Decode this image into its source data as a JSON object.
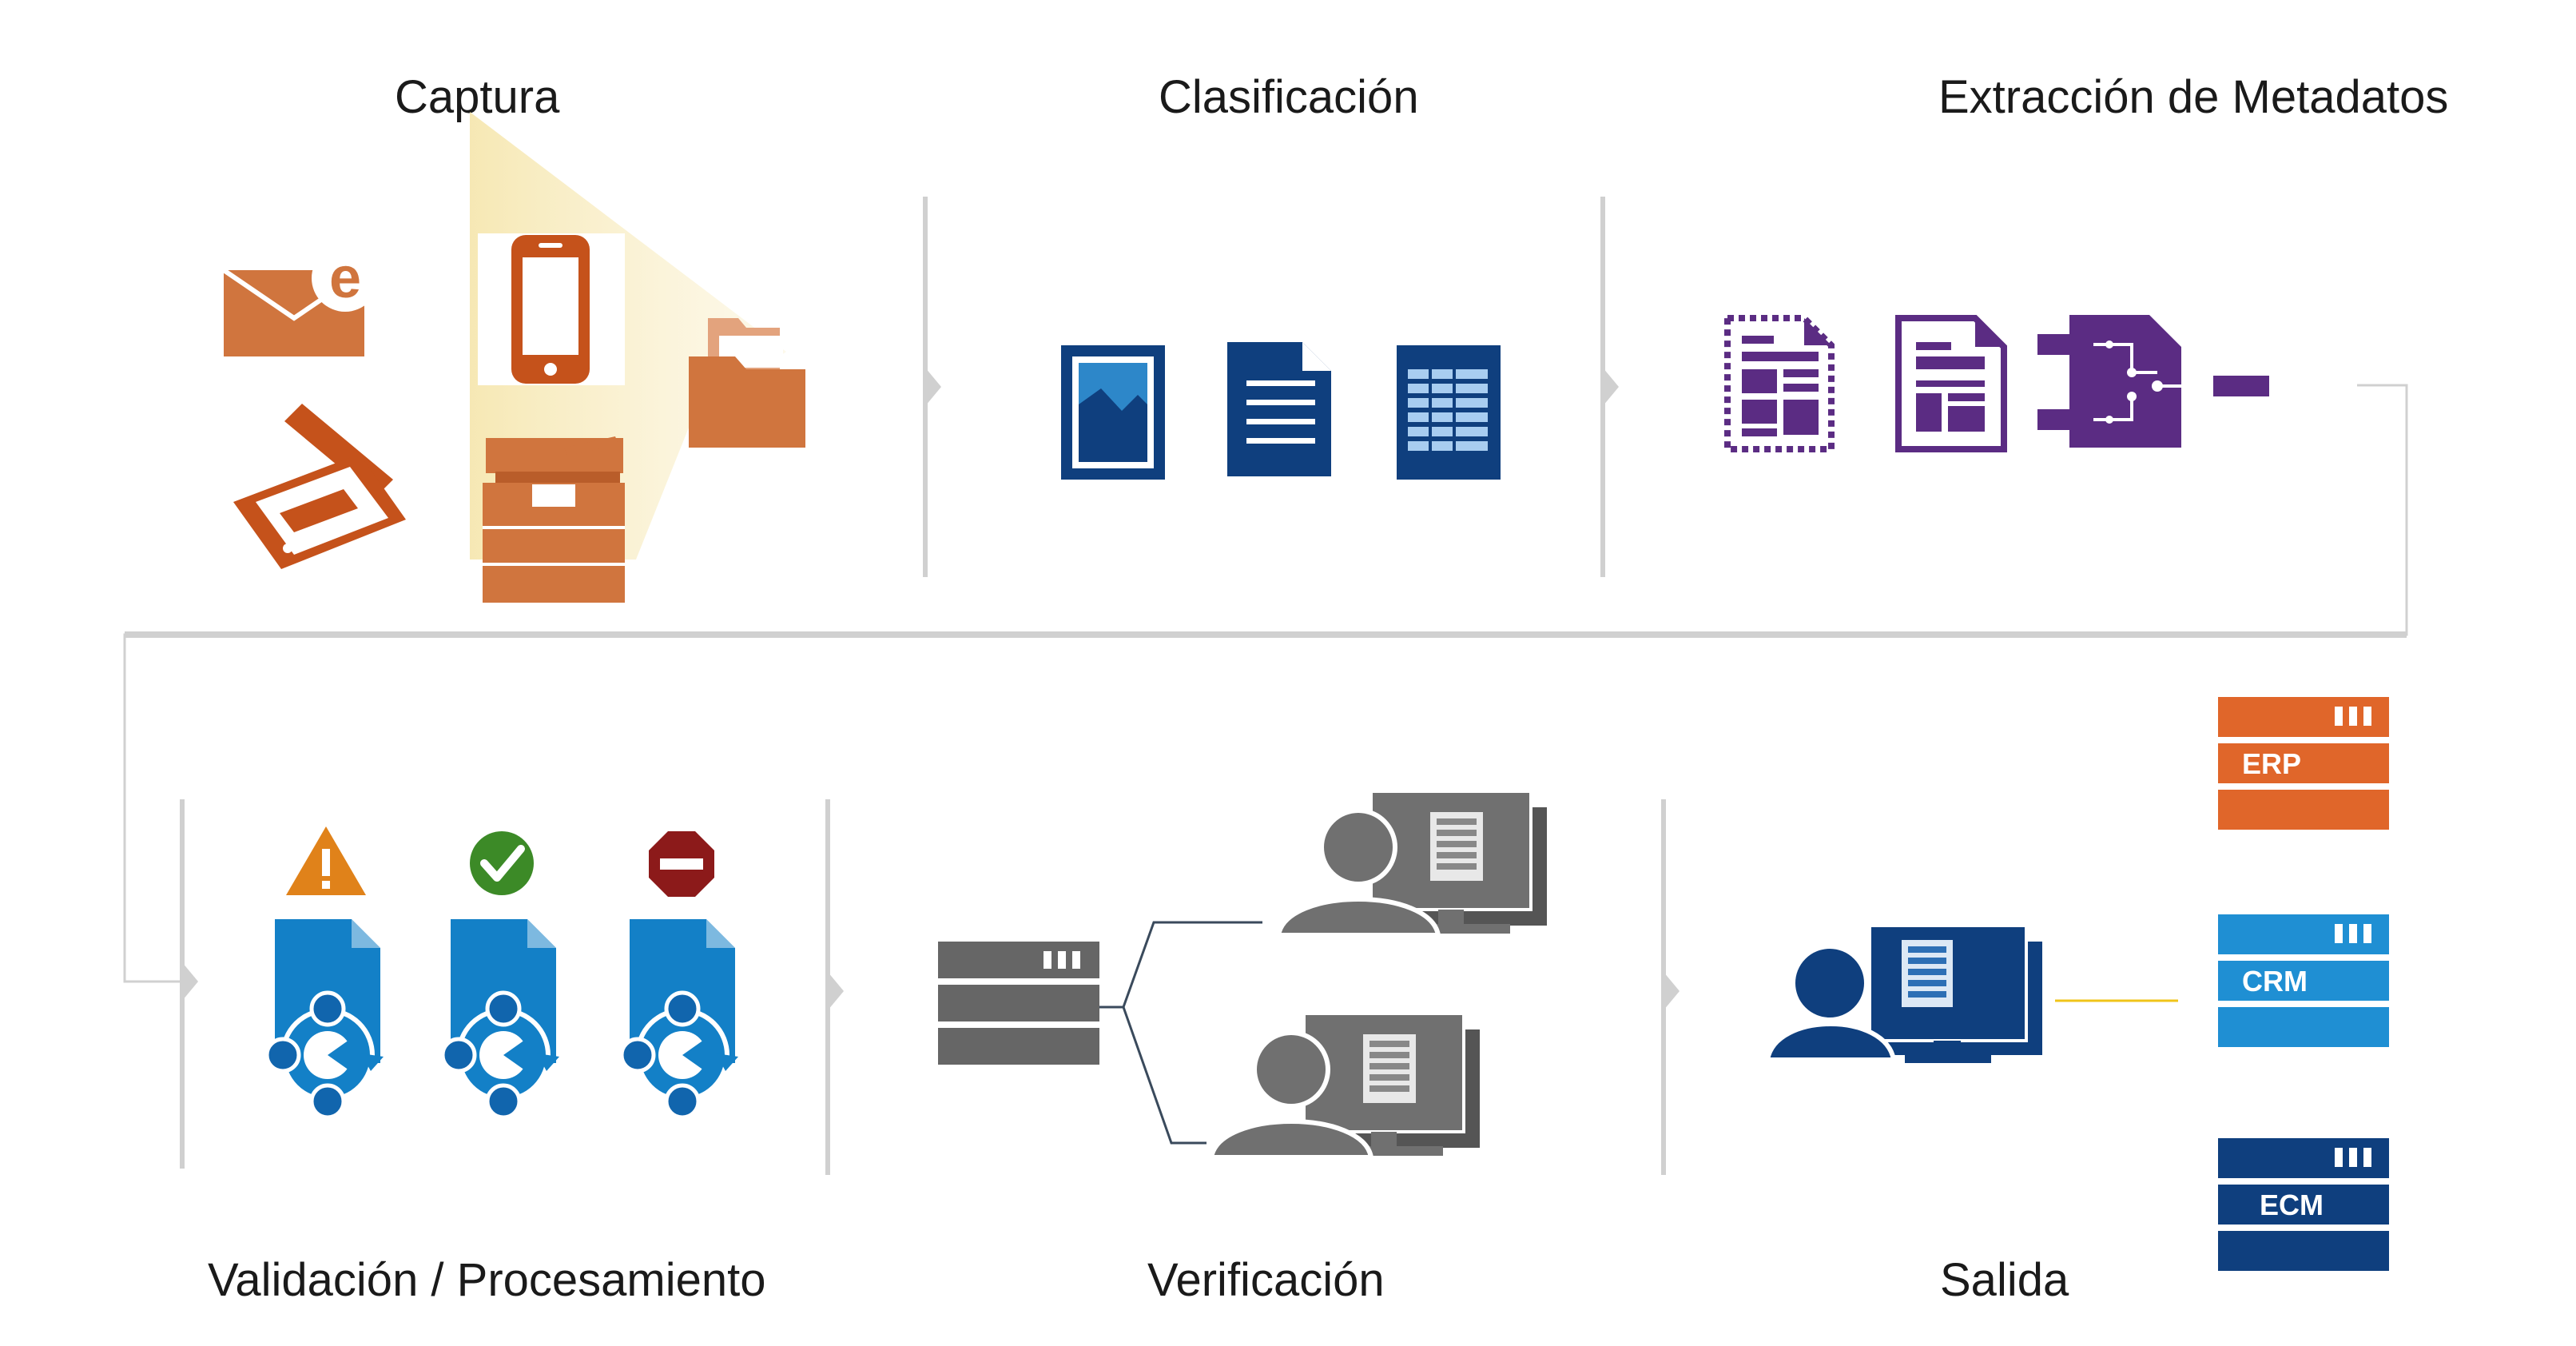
{
  "stages": {
    "capture": {
      "label": "Captura"
    },
    "classification": {
      "label": "Clasificación"
    },
    "extraction": {
      "label": "Extracción de Metadatos"
    },
    "validation": {
      "label": "Validación / Procesamiento"
    },
    "verification": {
      "label": "Verificación"
    },
    "output": {
      "label": "Salida"
    }
  },
  "output_systems": [
    {
      "label": "ERP",
      "color": "#e0662a"
    },
    {
      "label": "CRM",
      "color": "#1f8fd3"
    },
    {
      "label": "ECM",
      "color": "#0f3f7e"
    }
  ],
  "colors": {
    "capture_orange": "#d0753e",
    "scanner_orange": "#c5521b",
    "classification_navy": "#0f3f7e",
    "extraction_purple": "#5b2c83",
    "validation_blue": "#1380c7",
    "verification_gray": "#666666",
    "connector_gray": "#cfcfcf",
    "warning_orange": "#e0821a",
    "ok_green": "#3c8a27",
    "stop_red": "#8c1a1a"
  },
  "icons": {
    "capture": [
      "email-icon",
      "smartphone-icon",
      "scanner-icon",
      "copier-icon",
      "folder-icon"
    ],
    "classification": [
      "image-document-icon",
      "text-document-icon",
      "spreadsheet-document-icon"
    ],
    "extraction": [
      "zoned-document-icon",
      "form-document-icon",
      "data-extraction-icon"
    ],
    "validation_status": [
      "warning-icon",
      "check-icon",
      "stop-icon"
    ]
  }
}
